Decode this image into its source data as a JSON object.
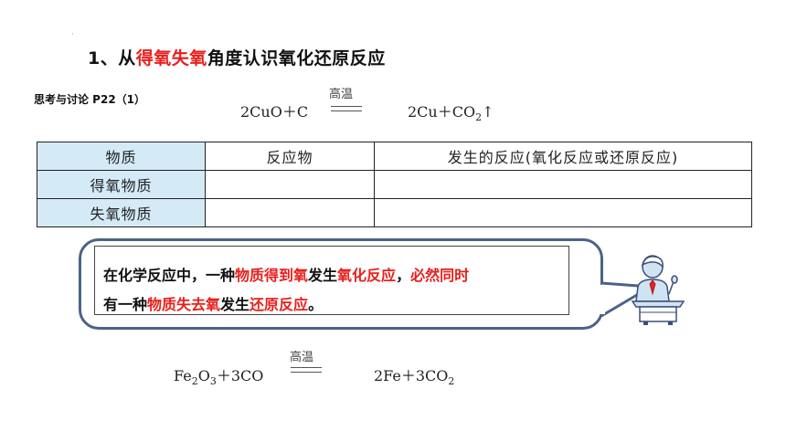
{
  "heading": {
    "prefix": "1、从",
    "red": "得氧失氧",
    "suffix": "角度认识氧化还原反应"
  },
  "think_label": "思考与讨论 P22（1）",
  "equation1": {
    "left": "2CuO＋C",
    "condition": "高温",
    "right_main": "2Cu＋CO",
    "right_sub": "2",
    "arrow": "↑"
  },
  "table": {
    "headers": [
      "物质",
      "反应物",
      "发生的反应(氧化反应或还原反应)"
    ],
    "rows": [
      [
        "得氧物质",
        "",
        ""
      ],
      [
        "失氧物质",
        "",
        ""
      ]
    ]
  },
  "bubble": {
    "line1": {
      "a": "在化学反应中，一种",
      "b": "物质得到氧",
      "c": "发生",
      "d": "氧化反应",
      "e": "，",
      "f": "必然同时"
    },
    "line2": {
      "a": "有一种",
      "b": "物质失去氧",
      "c": "发生",
      "d": "还原反应",
      "e": "。"
    }
  },
  "equation2": {
    "l1": "Fe",
    "l1_sub": "2",
    "l2": "O",
    "l2_sub": "3",
    "l3": "＋3CO",
    "condition": "高温",
    "r1": "2Fe＋3CO",
    "r1_sub": "2"
  },
  "colors": {
    "accent_red": "#e8201c",
    "table_label_bg": "#d4ebf7",
    "bubble_border": "#4b6389"
  }
}
